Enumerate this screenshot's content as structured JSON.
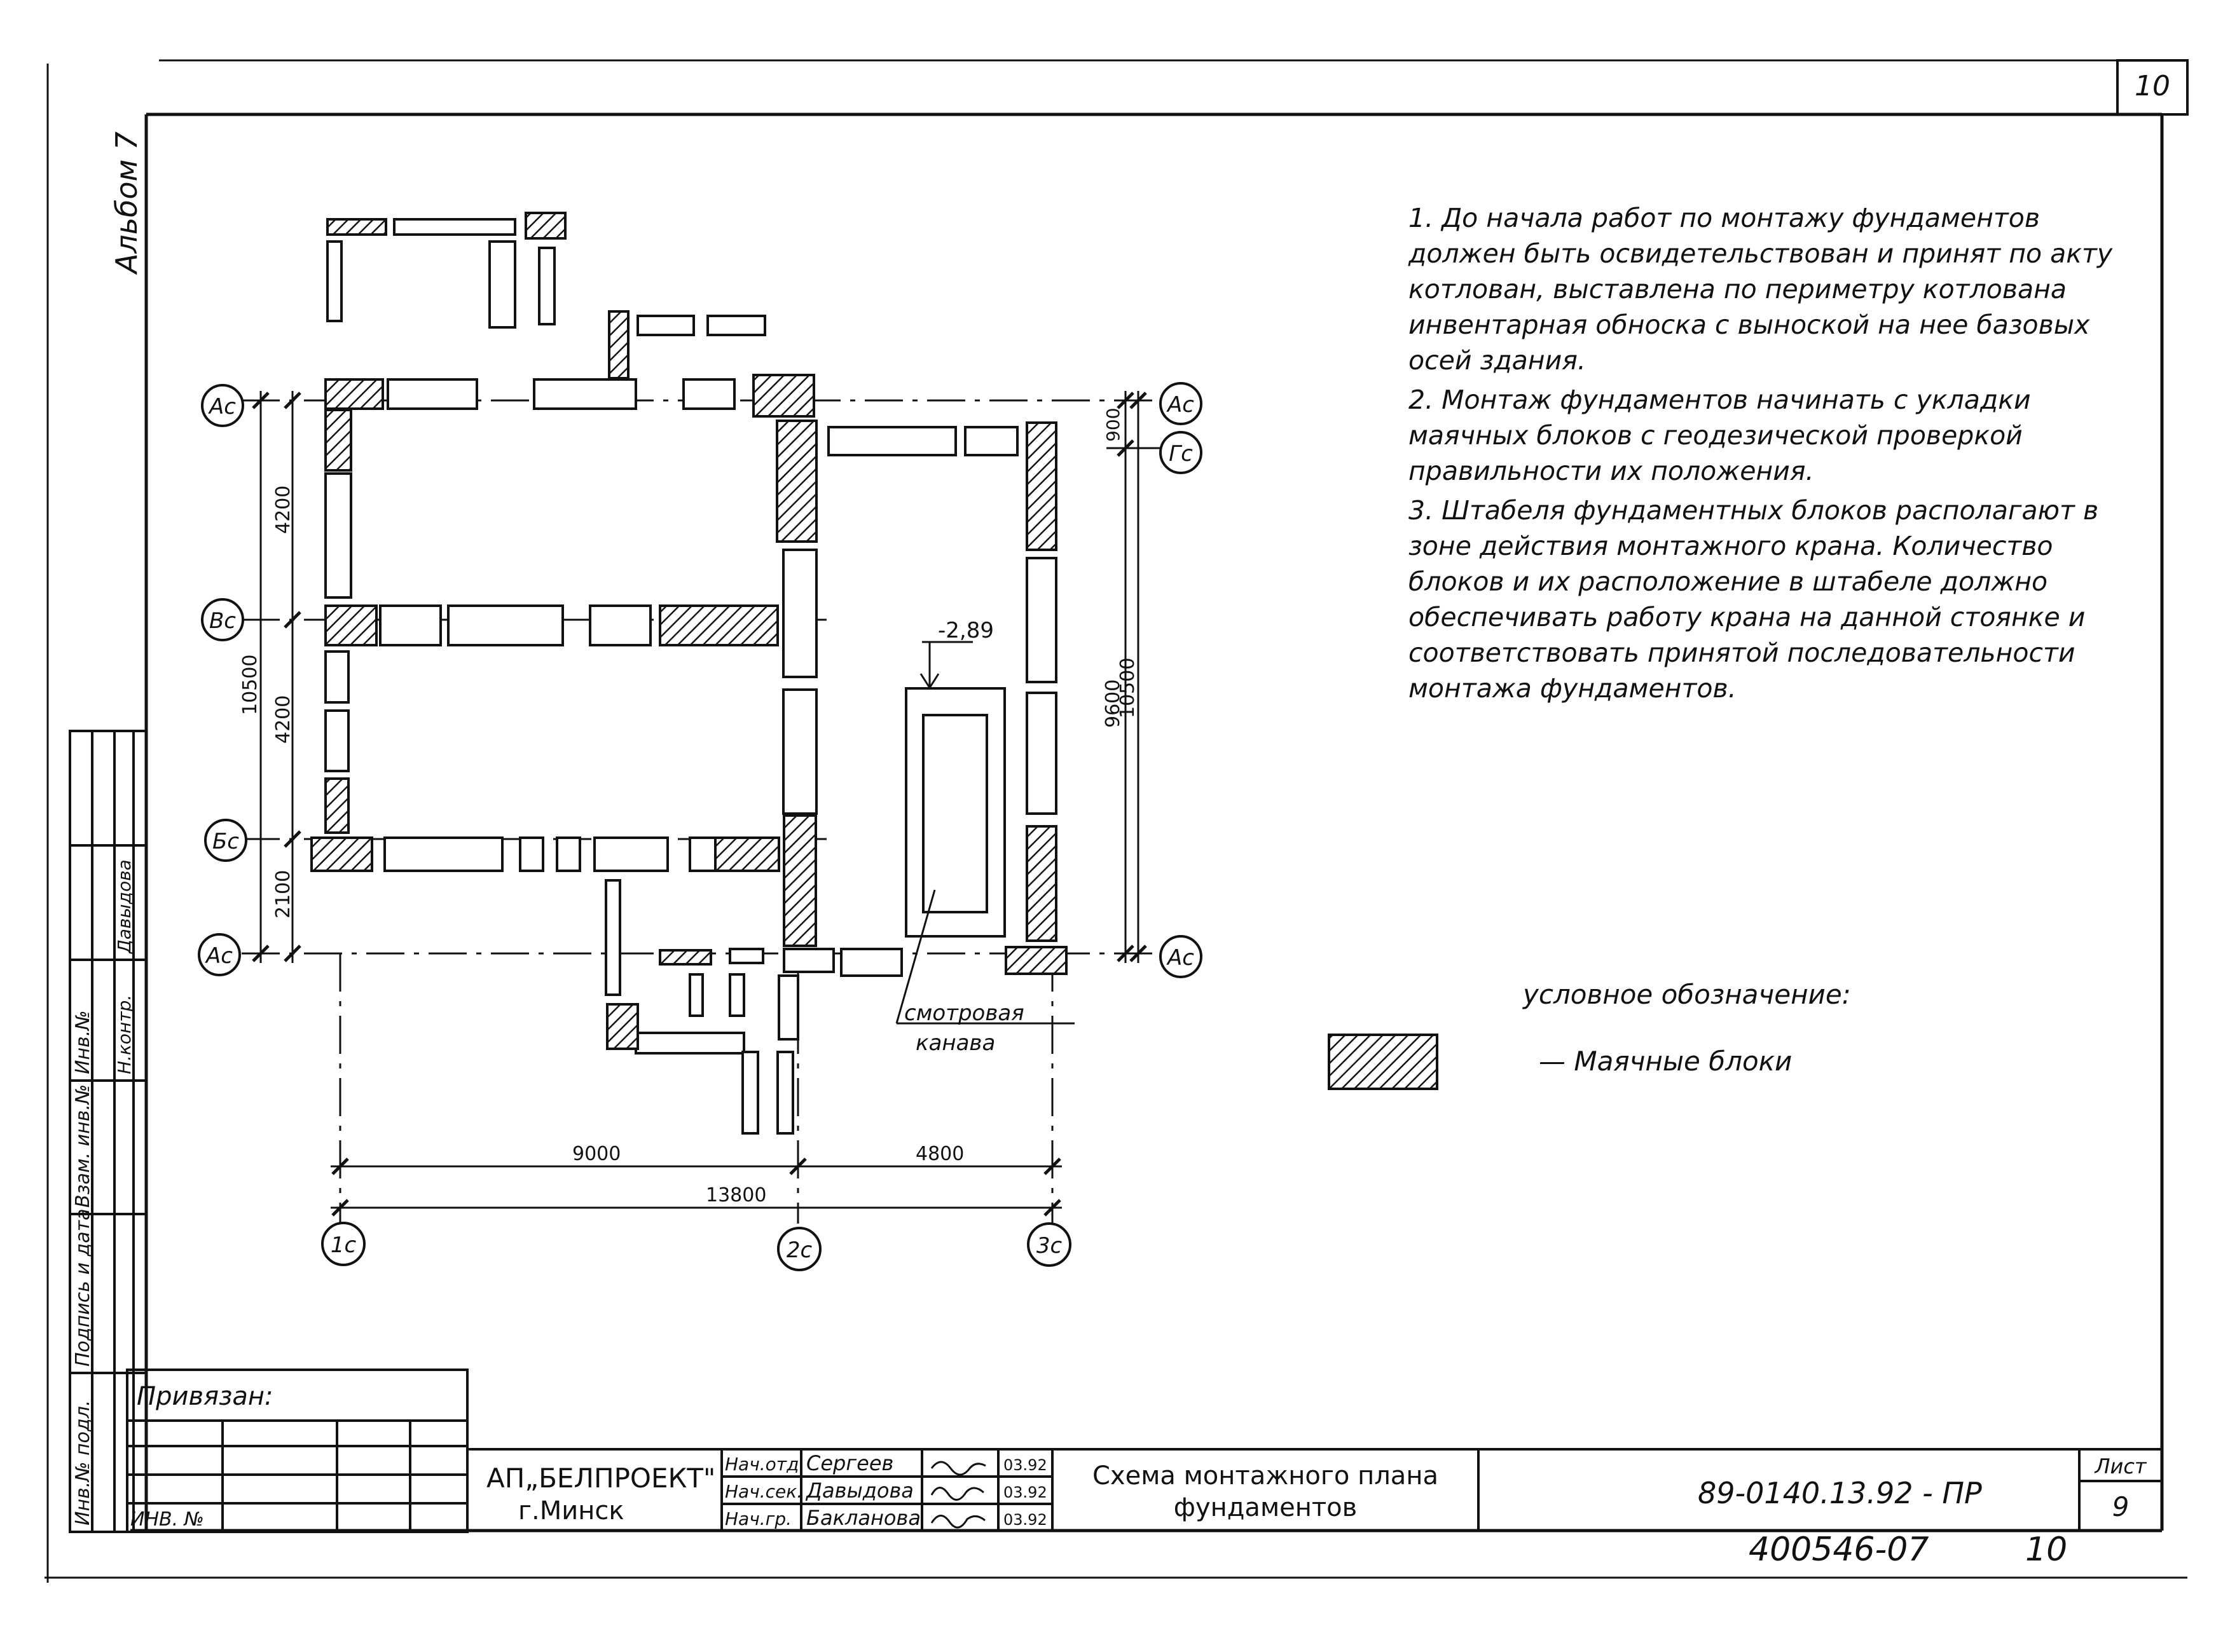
{
  "sheet_corner_number": "10",
  "side_label": "Альбом 7",
  "notes": [
    "1. До начала работ по монтажу фундаментов должен быть освидетельствован и принят по акту котлован, выставлена по периметру котлована инвентарная обноска с выноской на нее базовых осей здания.",
    "2. Монтаж фундаментов начинать с укладки маячных блоков с геодезической проверкой правильности их положения.",
    "3. Штабеля фундаментных блоков располагают в зоне действия монтажного крана. Количество блоков и их расположение в штабеле должно обеспечивать работу крана на данной стоянке и соответствовать принятой последовательности монтажа фундаментов."
  ],
  "legend": {
    "title": "условное обозначение:",
    "item_label": "— Маячные блоки"
  },
  "plan": {
    "axes_left": [
      "Ас",
      "Вс",
      "Бс",
      "Ас"
    ],
    "axes_right": [
      "Ас",
      "Гс",
      "Ас"
    ],
    "axes_bottom": [
      "1с",
      "2с",
      "3с"
    ],
    "dims_left": [
      "4200",
      "4200",
      "2100",
      "10500"
    ],
    "dims_right": [
      "900",
      "9600",
      "10500"
    ],
    "dims_bottom": [
      "9000",
      "4800",
      "13800"
    ],
    "level_mark": "-2,89",
    "pit_label_1": "смотровая",
    "pit_label_2": "канава"
  },
  "left_strip": {
    "privyazan": "Привязан:",
    "inv_no": "ИНВ. №",
    "col_labels": [
      "Инв.№ подл.",
      "Подпись и дата",
      "Взам. инв.№",
      "Инв.№",
      "Н.контр.",
      "Давыдова"
    ]
  },
  "title_block": {
    "org_1": "АП„БЕЛПРОЕКТ\"",
    "org_2": "г.Минск",
    "roles": [
      "Нач.отд.",
      "Нач.сек.",
      "Нач.гр."
    ],
    "names": [
      "Сергеев",
      "Давыдова",
      "Бакланова"
    ],
    "dates": [
      "03.92",
      "03.92",
      "03.92"
    ],
    "title_1": "Схема монтажного плана",
    "title_2": "фундаментов",
    "code": "89-0140.13.92 - ПР",
    "sheet_label": "Лист",
    "sheet_number": "9",
    "bottom_code": "400546-07",
    "bottom_number": "10"
  }
}
